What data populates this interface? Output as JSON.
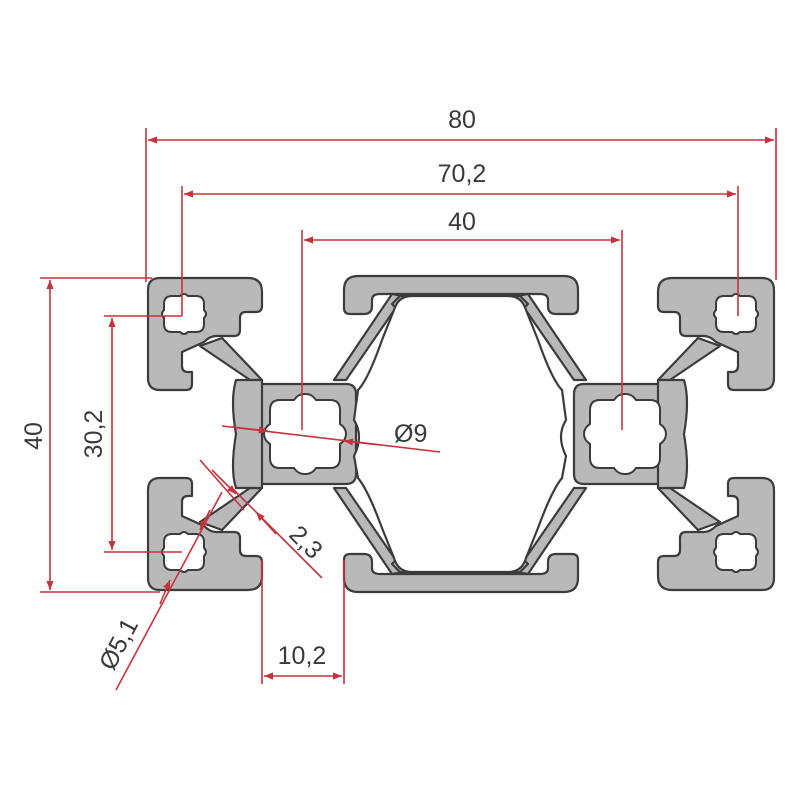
{
  "colors": {
    "dimension_line": "#c8323c",
    "dimension_text": "#3a3a3a",
    "profile_fill": "#b9b9b9",
    "profile_stroke": "#3c3c3c"
  },
  "dimensions": {
    "overall_width": "80",
    "slot_center_width": "70,2",
    "center_slot_spacing": "40",
    "overall_height": "40",
    "slot_center_height": "30,2",
    "center_bore": "Ø9",
    "wall_thickness": "2,3",
    "corner_bore": "Ø5,1",
    "slot_opening": "10,2"
  }
}
